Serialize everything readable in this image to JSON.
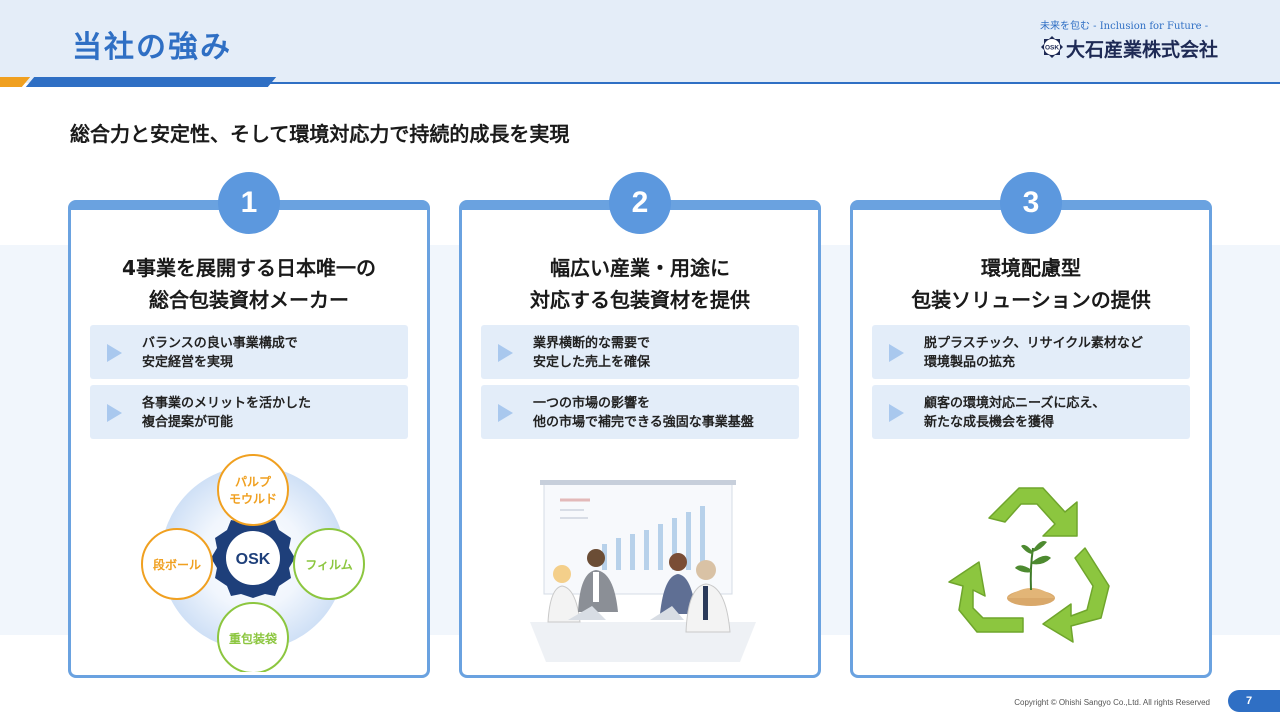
{
  "header": {
    "title": "当社の強み",
    "logo_tagline": "未来を包む - Inclusion for Future -",
    "logo_name": "大石産業株式会社",
    "logo_mark_text": "OSK"
  },
  "subtitle": "総合力と安定性、そして環境対応力で持続的成長を実現",
  "cards": [
    {
      "number": "1",
      "title_line1": "4事業を展開する日本唯一の",
      "title_line2": "総合包装資材メーカー",
      "bullets": [
        {
          "line1": "バランスの良い事業構成で",
          "line2": "安定経営を実現"
        },
        {
          "line1": "各事業のメリットを活かした",
          "line2": "複合提案が可能"
        }
      ],
      "diagram": {
        "center": "OSK",
        "nodes": {
          "top_line1": "パルプ",
          "top_line2": "モウルド",
          "left": "段ボール",
          "right": "フィルム",
          "bottom": "重包装袋"
        }
      }
    },
    {
      "number": "2",
      "title_line1": "幅広い産業・用途に",
      "title_line2": "対応する包装資材を提供",
      "bullets": [
        {
          "line1": "業界横断的な需要で",
          "line2": "安定した売上を確保"
        },
        {
          "line1": "一つの市場の影響を",
          "line2": "他の市場で補完できる強固な事業基盤"
        }
      ]
    },
    {
      "number": "3",
      "title_line1": "環境配慮型",
      "title_line2": "包装ソリューションの提供",
      "bullets": [
        {
          "line1": "脱プラスチック、リサイクル素材など",
          "line2": "環境製品の拡充"
        },
        {
          "line1": "顧客の環境対応ニーズに応え、",
          "line2": "新たな成長機会を獲得"
        }
      ]
    }
  ],
  "footer": {
    "copyright": "Copyright © Ohishi Sangyo Co.,Ltd. All rights Reserved",
    "page_number": "7"
  },
  "colors": {
    "brand_blue": "#2f6fc4",
    "card_border": "#6aa2e0",
    "accent_orange": "#f0a020",
    "recycle_green": "#8cc63f",
    "film_green": "#8cc63f"
  }
}
